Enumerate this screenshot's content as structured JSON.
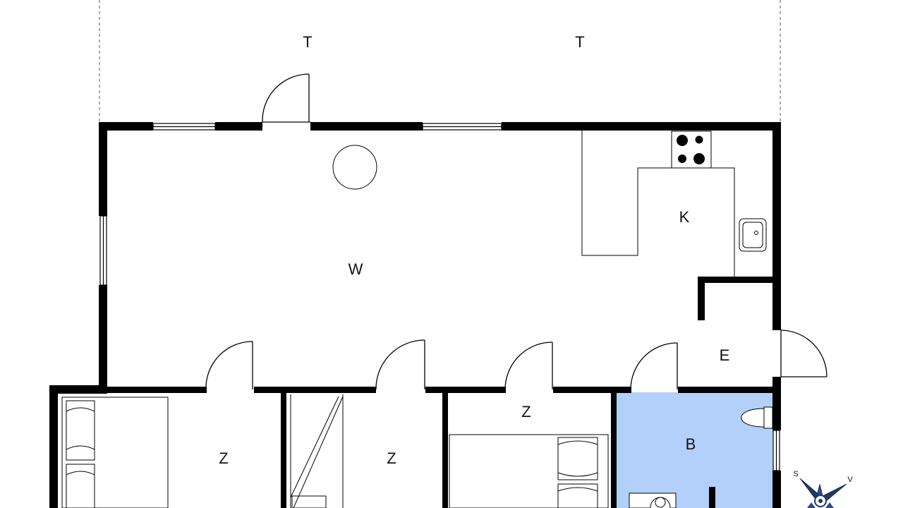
{
  "rooms": {
    "terrace_left": "T",
    "terrace_right": "T",
    "living": "W",
    "kitchen": "K",
    "entrance": "E",
    "bedroom_1": "Z",
    "bedroom_2": "Z",
    "bedroom_3": "Z",
    "bathroom": "B"
  },
  "compass": {
    "s_label": "S",
    "v_label": "V"
  },
  "colors": {
    "wall": "#000000",
    "bathroom_fill": "#b3d0fb",
    "line": "#222222"
  }
}
